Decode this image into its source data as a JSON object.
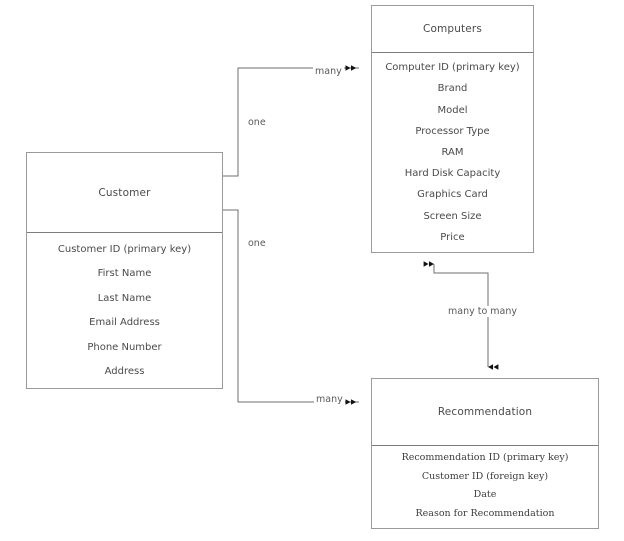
{
  "diagram": {
    "type": "entity-relationship-diagram",
    "background_color": "#ffffff",
    "line_color": "#6f6f6f",
    "box_border_color": "#9a9a9a",
    "text_color": "#4a4a4a",
    "entities": [
      {
        "id": "customer",
        "title": "Customer",
        "attributes": [
          "Customer ID (primary key)",
          "First Name",
          "Last Name",
          "Email Address",
          "Phone Number",
          "Address"
        ]
      },
      {
        "id": "computers",
        "title": "Computers",
        "attributes": [
          "Computer ID (primary key)",
          "Brand",
          "Model",
          "Processor Type",
          "RAM",
          "Hard Disk Capacity",
          "Graphics Card",
          "Screen Size",
          "Price"
        ]
      },
      {
        "id": "recommendation",
        "title": "Recommendation",
        "attributes": [
          "Recommendation ID (primary key)",
          "Customer ID (foreign key)",
          "Date",
          "Reason for Recommendation"
        ]
      }
    ],
    "relationships": [
      {
        "id": "customer-computers",
        "from": "customer",
        "to": "computers",
        "from_label": "one",
        "to_label": "many"
      },
      {
        "id": "customer-recommendation",
        "from": "customer",
        "to": "recommendation",
        "from_label": "one",
        "to_label": "many"
      },
      {
        "id": "computers-recommendation",
        "from": "computers",
        "to": "recommendation",
        "label": "many to many"
      }
    ]
  }
}
